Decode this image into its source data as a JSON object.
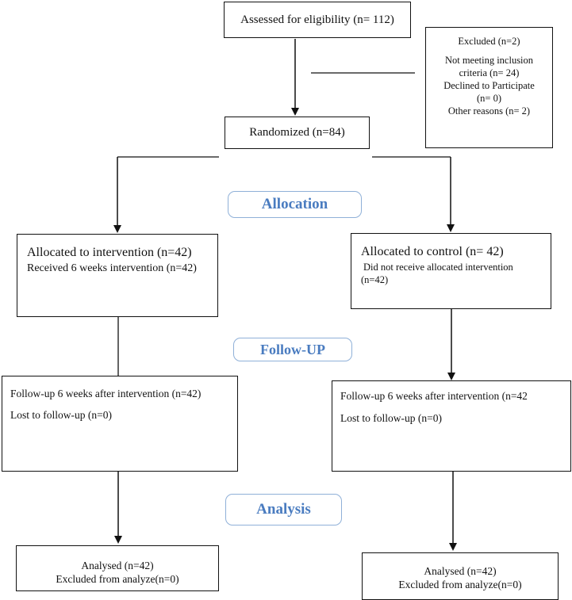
{
  "nodes": {
    "assessed": {
      "text": "Assessed for eligibility (n= 112)"
    },
    "excluded": {
      "title": "Excluded (n=2)",
      "line1": "Not meeting inclusion",
      "line2": "criteria (n= 24)",
      "line3": "Declined to Participate",
      "line4": "(n= 0)",
      "line5": "Other reasons (n= 2)"
    },
    "randomized": {
      "text": "Randomized (n=84)"
    },
    "alloc_intervention": {
      "line1": "Allocated to intervention (n=42)",
      "line2": "Received 6 weeks intervention (n=42)"
    },
    "alloc_control": {
      "line1": "Allocated to control (n= 42)",
      "line2": "Did not receive allocated intervention",
      "line3": "(n=42)"
    },
    "followup_intervention": {
      "line1": "Follow-up 6 weeks after intervention (n=42)",
      "line2": "Lost to follow-up (n=0)"
    },
    "followup_control": {
      "line1": "Follow-up 6 weeks after intervention (n=42",
      "line2": "Lost to follow-up (n=0)"
    },
    "analysed_intervention": {
      "line1": "Analysed (n=42)",
      "line2": "Excluded from analyze(n=0)"
    },
    "analysed_control": {
      "line1": "Analysed (n=42)",
      "line2": "Excluded from analyze(n=0)"
    }
  },
  "stages": {
    "allocation": "Allocation",
    "followup": "Follow-UP",
    "analysis": "Analysis"
  },
  "colors": {
    "stage_text": "#4a7cc0",
    "stage_border": "#8fb0d8",
    "lines": "#111111"
  }
}
